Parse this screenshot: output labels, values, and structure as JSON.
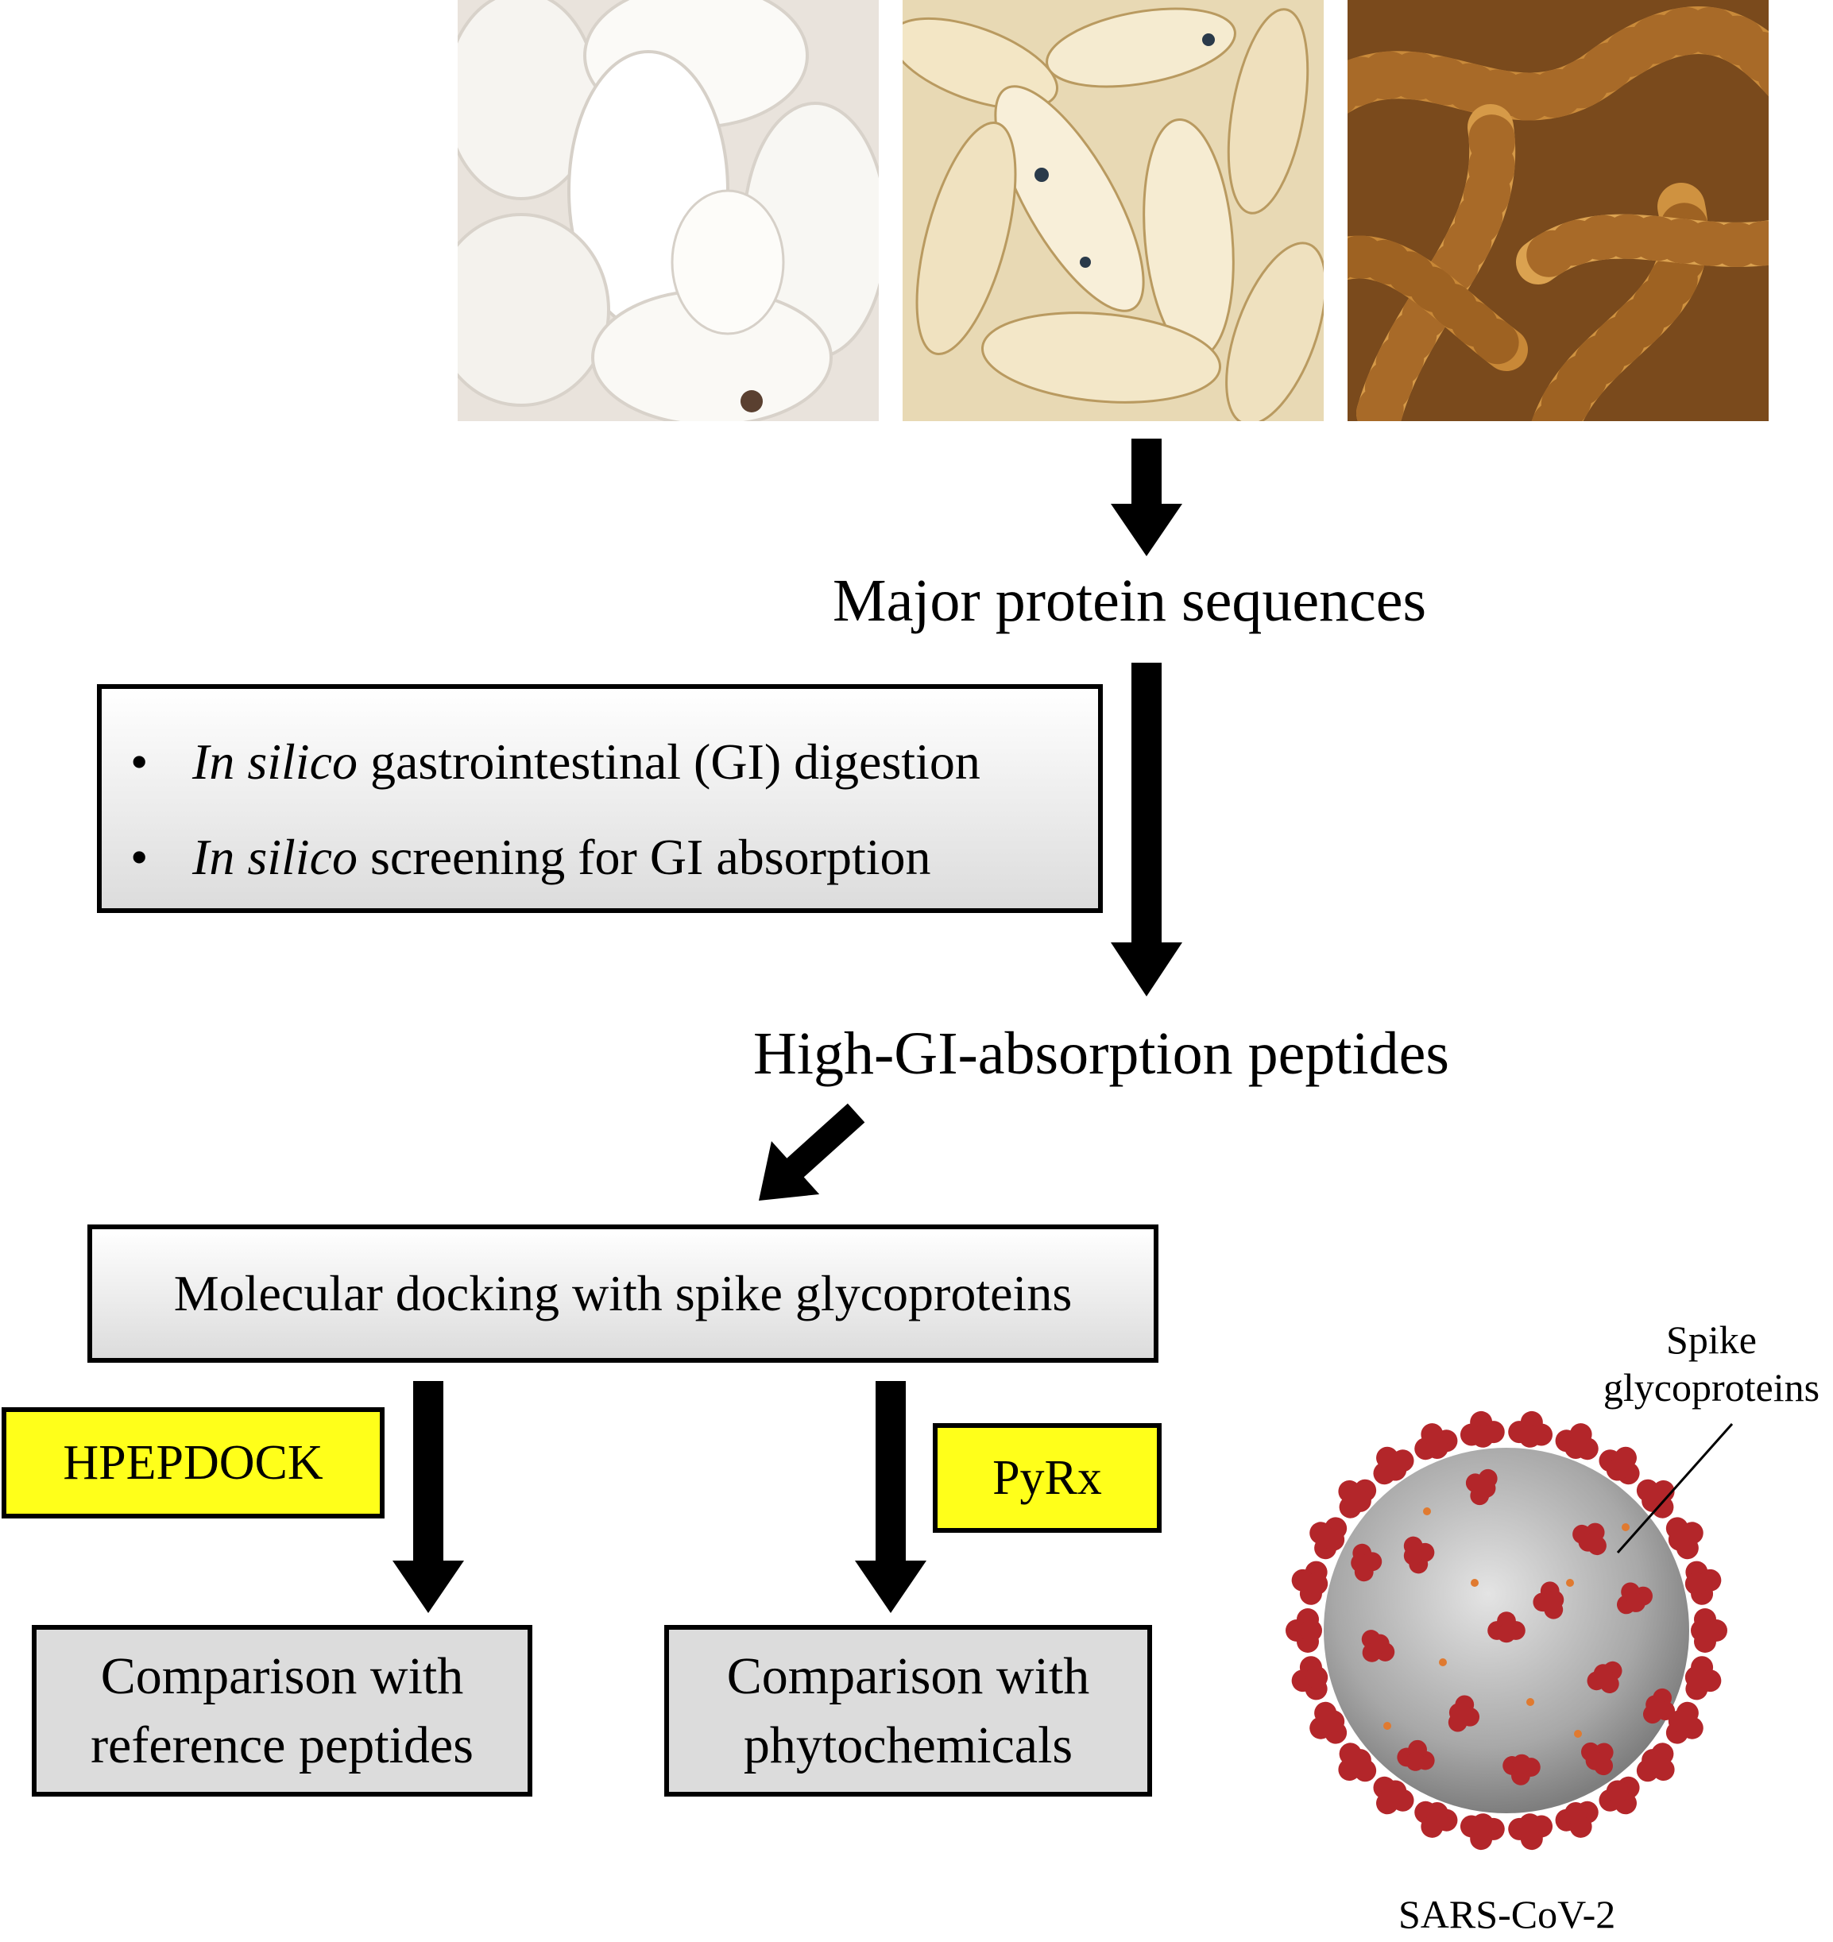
{
  "photos": [
    {
      "subject": "silkworm cocoons",
      "icon": "silkworm-cocoons-photo"
    },
    {
      "subject": "fly larvae",
      "icon": "fly-larvae-photo"
    },
    {
      "subject": "mealworms",
      "icon": "mealworms-photo"
    }
  ],
  "flow": {
    "step1": "Major protein sequences",
    "process_box": {
      "bullet1_italic": "In silico",
      "bullet1_rest": " gastrointestinal (GI) digestion",
      "bullet2_italic": "In silico",
      "bullet2_rest": " screening for GI absorption"
    },
    "step2": "High-GI-absorption peptides",
    "docking_box": "Molecular docking with spike glycoproteins",
    "tool_left": "HPEPDOCK",
    "tool_right": "PyRx",
    "result_left_line1": "Comparison with",
    "result_left_line2": "reference peptides",
    "result_right_line1": "Comparison with",
    "result_right_line2": "phytochemicals"
  },
  "virus": {
    "callout_line1": "Spike",
    "callout_line2": "glycoproteins",
    "caption": "SARS-CoV-2"
  },
  "colors": {
    "tool_highlight": "#ffff1a",
    "box_fill": "#dcdcdc",
    "spike_red": "#b3262a",
    "virus_gray": "#9a9a9a"
  }
}
